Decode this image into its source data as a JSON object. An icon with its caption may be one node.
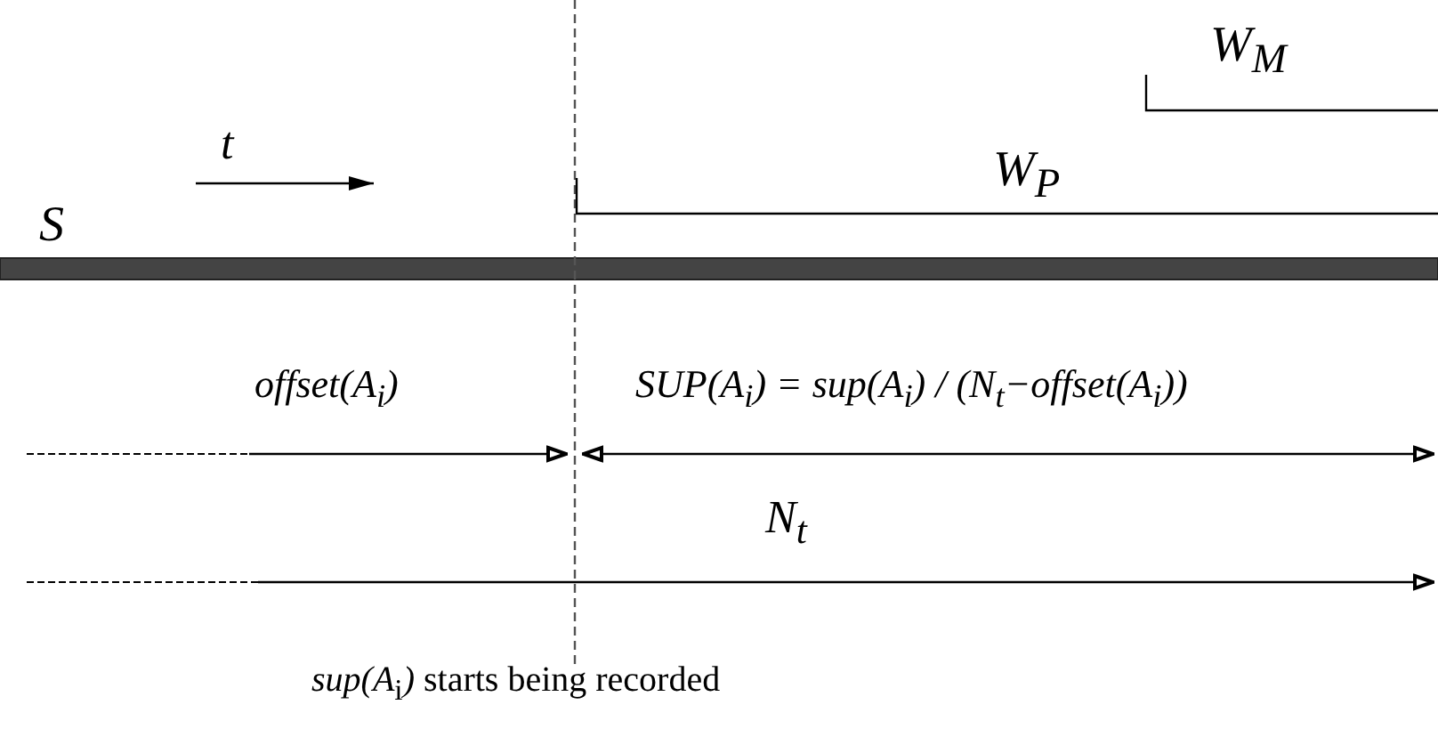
{
  "diagram": {
    "labels": [
      "W$_{M}$",
      "t",
      "W$_{P}$",
      "S",
      "offset(A$_{i}$)",
      "SUP(A$_{i}$) = sup(A$_{i}$) / (N$_{t}$−offset(A$_{i}$))",
      "N$_{t}$",
      "*sup(A*$_{i}$*)*  starts being recorded"
    ]
  }
}
